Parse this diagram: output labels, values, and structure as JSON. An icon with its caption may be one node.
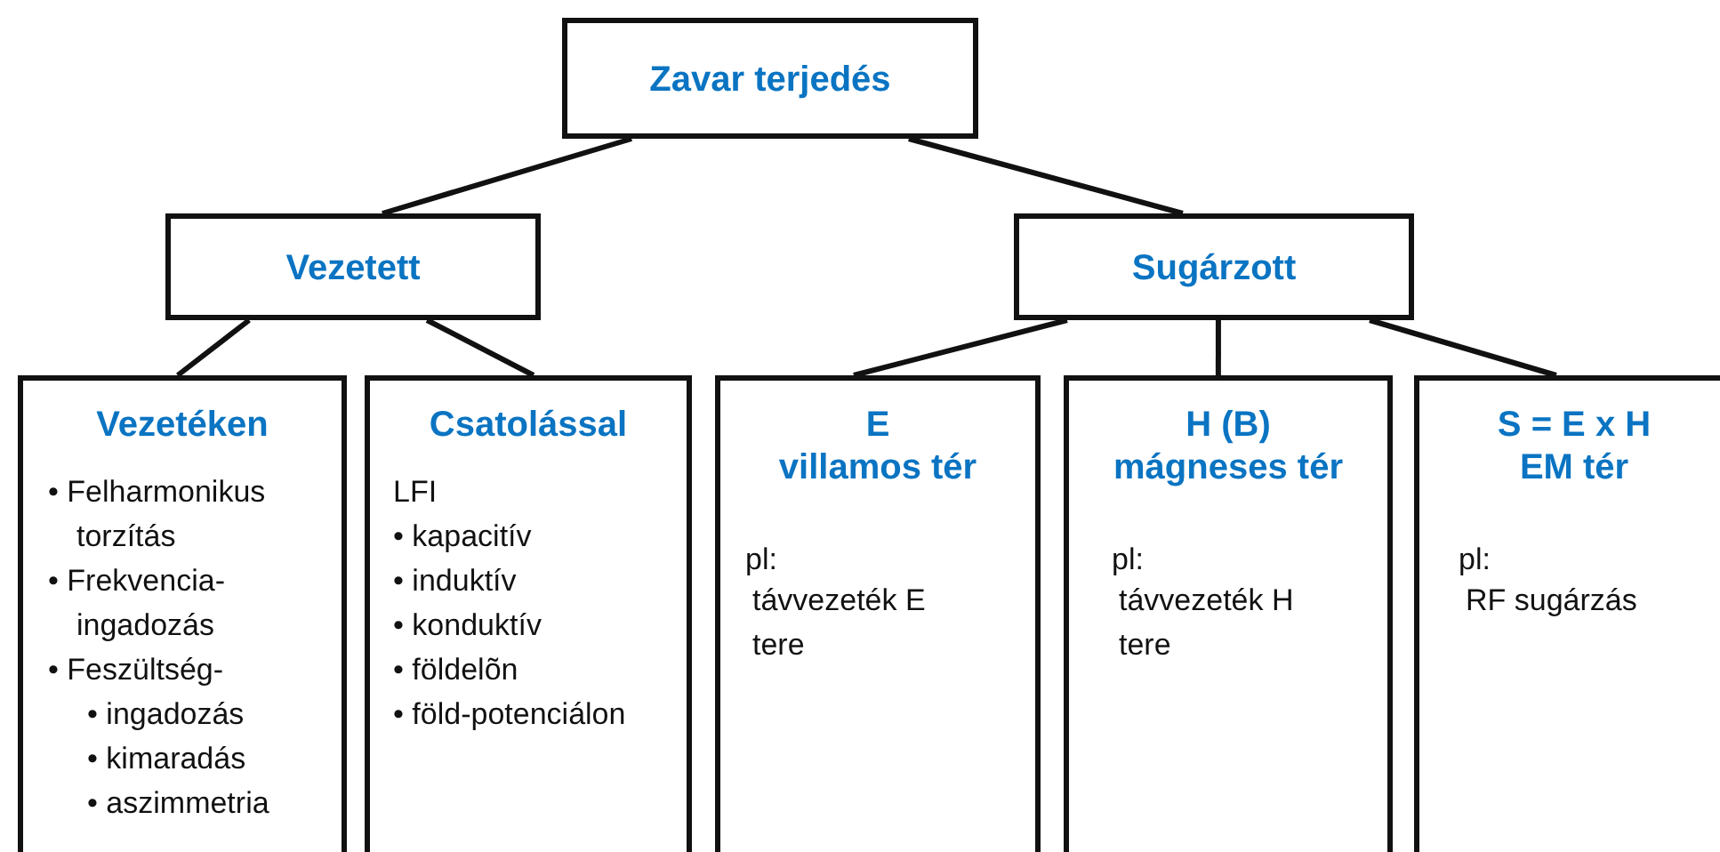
{
  "diagram": {
    "nodes": [
      {
        "text": [
          "Zavar terjedés"
        ]
      },
      {
        "text": [
          "Vezetett"
        ]
      },
      {
        "text": [
          "Sugárzott"
        ]
      },
      {
        "text": [
          "Vezetéken",
          "• Felharmonikus torzítás",
          "• Frekvencia-ingadozás",
          "• Feszültség-",
          "• ingadozás",
          "• kimaradás",
          "• aszimmetria"
        ]
      },
      {
        "text": [
          "Csatolással",
          "LFI",
          "• kapacitív",
          "• induktív",
          "• konduktív",
          "• földelõn",
          "• föld-potenciálon"
        ]
      },
      {
        "text": [
          "E villamos tér",
          "pl:",
          "távvezeték E tere"
        ]
      },
      {
        "text": [
          "H (B) mágneses tér",
          "pl:",
          "távvezeték H tere"
        ]
      },
      {
        "text": [
          "S = E x H EM tér",
          "pl:",
          "RF sugárzás"
        ]
      }
    ],
    "edges": [
      {
        "from": 0,
        "to": 1,
        "arrow": "none"
      },
      {
        "from": 0,
        "to": 2,
        "arrow": "none"
      },
      {
        "from": 1,
        "to": 3,
        "arrow": "none"
      },
      {
        "from": 1,
        "to": 4,
        "arrow": "none"
      },
      {
        "from": 2,
        "to": 5,
        "arrow": "none"
      },
      {
        "from": 2,
        "to": 6,
        "arrow": "none"
      },
      {
        "from": 2,
        "to": 7,
        "arrow": "none"
      }
    ]
  }
}
